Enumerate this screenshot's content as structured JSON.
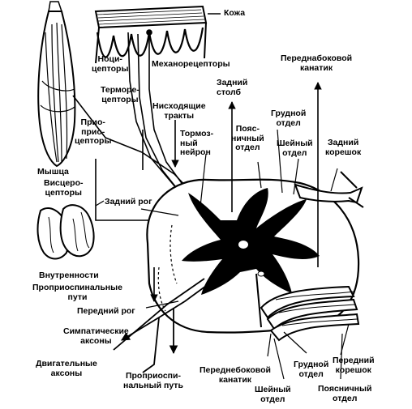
{
  "labels": {
    "skin": "Кожа",
    "nociceptors": "Ноци-\nцепторы",
    "mechanoreceptors": "Механорецепторы",
    "anterolateral_funiculus_top": "Переднабоковой\nканатик",
    "thermoreceptors": "Терморе-\nцепторы",
    "dorsal_column": "Задний\nстолб",
    "descending_tracts": "Нисходящие\nтракты",
    "thoracic_top": "Грудной\nотдел",
    "proprioceptors": "Прио-\nприо-\nцепторы",
    "inhibitory_neuron": "Тормоз-\nный\nнейрон",
    "lumbar_top": "Пояс-\nничный\nотдел",
    "cervical_top": "Шейный\nотдел",
    "dorsal_root": "Задний\nкорешок",
    "muscle": "Мышца",
    "visceroceptors": "Висцеро-\nцепторы",
    "dorsal_horn": "Задний рог",
    "viscera": "Внутренности",
    "propriospinal_paths": "Проприоспинальные\nпути",
    "ventral_horn": "Передний рог",
    "sympathetic_axons": "Симпатические\nаксоны",
    "motor_axons": "Двигательные\nаксоны",
    "propriospinal_path": "Проприоспи-\nнальный путь",
    "anterolateral_funiculus_bottom": "Переднебоковой\nканатик",
    "cervical_bottom": "Шейный\nотдел",
    "thoracic_bottom": "Грудной\nотдел",
    "ventral_root": "Передний\nкорешок",
    "lumbar_bottom": "Поясничный\nотдел"
  }
}
